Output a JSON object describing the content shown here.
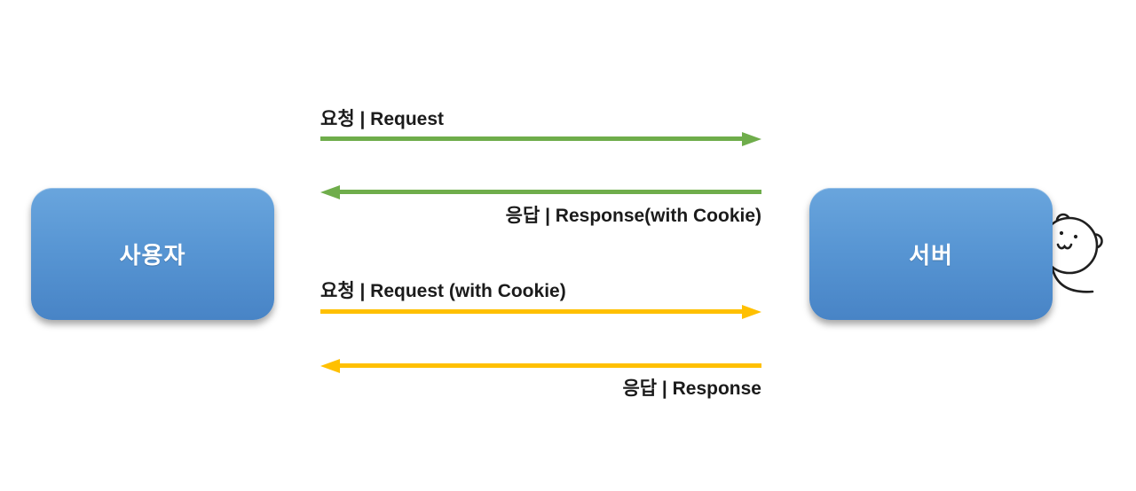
{
  "diagram": {
    "actors": {
      "user": {
        "label": "사용자"
      },
      "server": {
        "label": "서버"
      }
    },
    "messages": [
      {
        "label": "요청 | Request",
        "direction": "right",
        "color": "green"
      },
      {
        "label": "응답 | Response(with Cookie)",
        "direction": "left",
        "color": "green"
      },
      {
        "label": "요청 | Request (with Cookie)",
        "direction": "right",
        "color": "yellow"
      },
      {
        "label": "응답 | Response",
        "direction": "left",
        "color": "yellow"
      }
    ],
    "decoration": {
      "character": "peeking-bear"
    }
  },
  "colors": {
    "background": "#ffffff",
    "arrow-green": "#6fad4b",
    "arrow-yellow": "#ffc000",
    "box-blue-top": "#69a5dd",
    "box-blue-mid": "#5795d3",
    "box-blue-bottom": "#4884c6",
    "box-label-text": "#ffffff",
    "label-text": "#1b1b1b",
    "bear-ink": "#1f1f1f"
  }
}
